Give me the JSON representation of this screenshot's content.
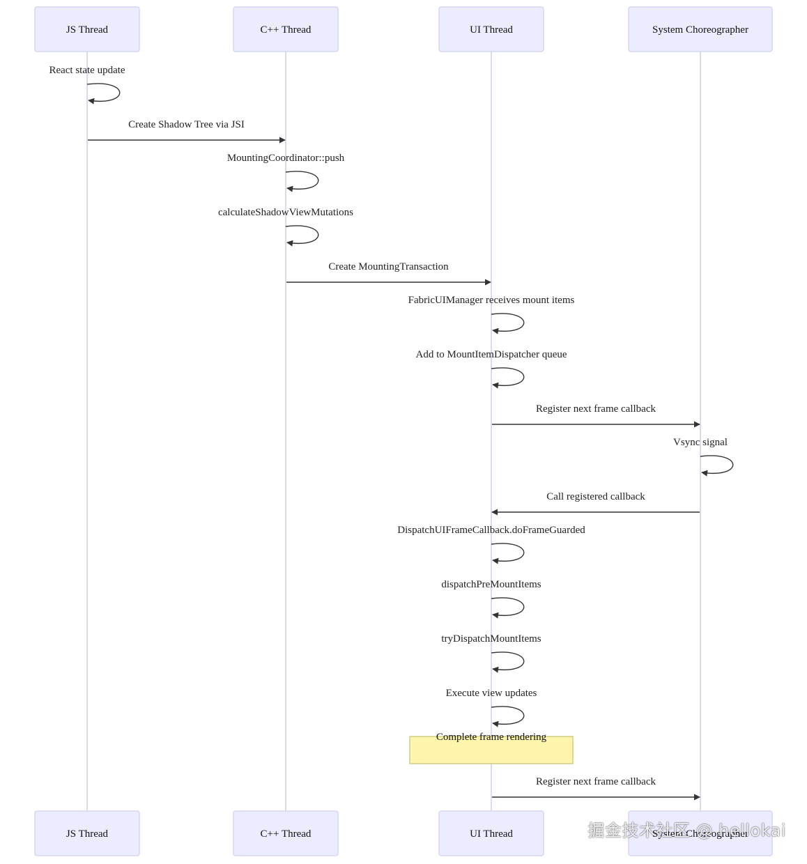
{
  "participants": [
    {
      "id": "js",
      "label": "JS Thread"
    },
    {
      "id": "cpp",
      "label": "C++ Thread"
    },
    {
      "id": "ui",
      "label": "UI Thread"
    },
    {
      "id": "sys",
      "label": "System Choreographer"
    }
  ],
  "messages": [
    {
      "from": "js",
      "to": "js",
      "label": "React state update"
    },
    {
      "from": "js",
      "to": "cpp",
      "label": "Create Shadow Tree via JSI"
    },
    {
      "from": "cpp",
      "to": "cpp",
      "label": "MountingCoordinator::push"
    },
    {
      "from": "cpp",
      "to": "cpp",
      "label": "calculateShadowViewMutations"
    },
    {
      "from": "cpp",
      "to": "ui",
      "label": "Create MountingTransaction"
    },
    {
      "from": "ui",
      "to": "ui",
      "label": "FabricUIManager receives mount items"
    },
    {
      "from": "ui",
      "to": "ui",
      "label": "Add to MountItemDispatcher queue"
    },
    {
      "from": "ui",
      "to": "sys",
      "label": "Register next frame callback"
    },
    {
      "from": "sys",
      "to": "sys",
      "label": "Vsync signal"
    },
    {
      "from": "sys",
      "to": "ui",
      "label": "Call registered callback"
    },
    {
      "from": "ui",
      "to": "ui",
      "label": "DispatchUIFrameCallback.doFrameGuarded"
    },
    {
      "from": "ui",
      "to": "ui",
      "label": "dispatchPreMountItems"
    },
    {
      "from": "ui",
      "to": "ui",
      "label": "tryDispatchMountItems"
    },
    {
      "from": "ui",
      "to": "ui",
      "label": "Execute view updates"
    },
    {
      "note": true,
      "over": "ui",
      "label": "Complete frame rendering"
    },
    {
      "from": "ui",
      "to": "sys",
      "label": "Register next frame callback"
    }
  ],
  "watermark": "掘金技术社区 @ hellokai"
}
